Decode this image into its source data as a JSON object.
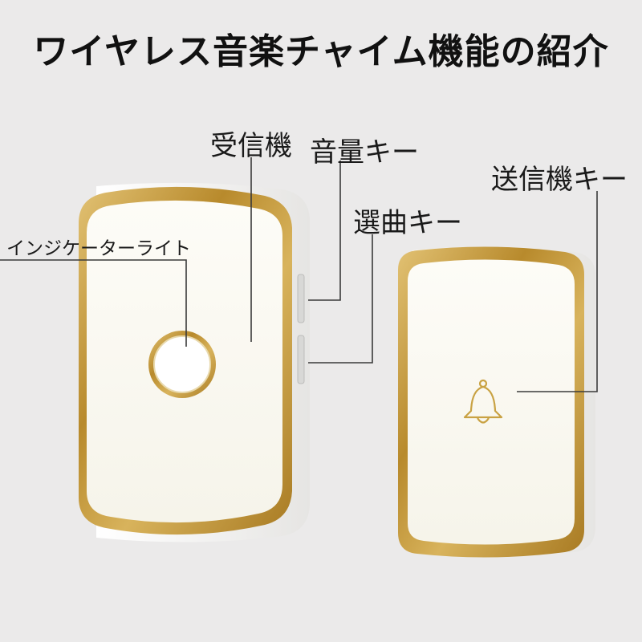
{
  "title": "ワイヤレス音楽チャイム機能の紹介",
  "labels": {
    "receiver": "受信機",
    "volume_key": "音量キー",
    "select_key": "選曲キー",
    "transmitter_key": "送信機キー",
    "indicator_light": "インジケーターライト"
  },
  "colors": {
    "background": "#ebeaea",
    "gold_trim": "#c9a243",
    "device_face": "#fbfaf4",
    "device_shell": "#ffffff"
  },
  "icons": {
    "bell": "bell-icon",
    "indicator": "indicator-light-ring"
  }
}
